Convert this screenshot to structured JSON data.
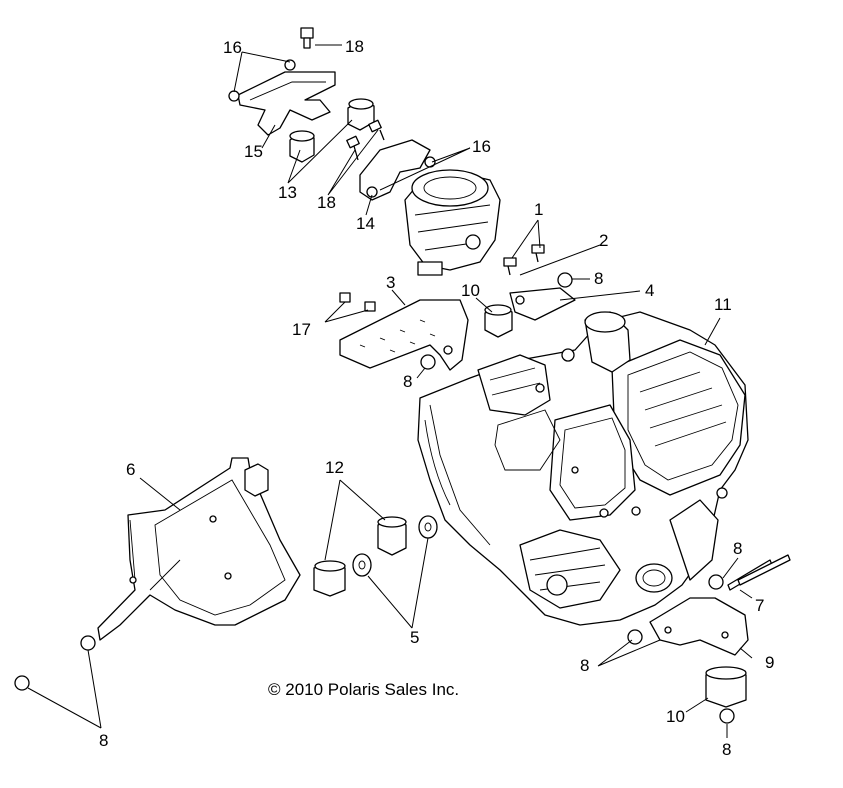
{
  "copyright": "© 2010 Polaris Sales Inc.",
  "callouts": [
    "16",
    "18",
    "15",
    "13",
    "18",
    "14",
    "16",
    "1",
    "2",
    "8",
    "3",
    "10",
    "4",
    "11",
    "17",
    "8",
    "6",
    "12",
    "8",
    "7",
    "5",
    "9",
    "8",
    "10",
    "8",
    "8"
  ]
}
